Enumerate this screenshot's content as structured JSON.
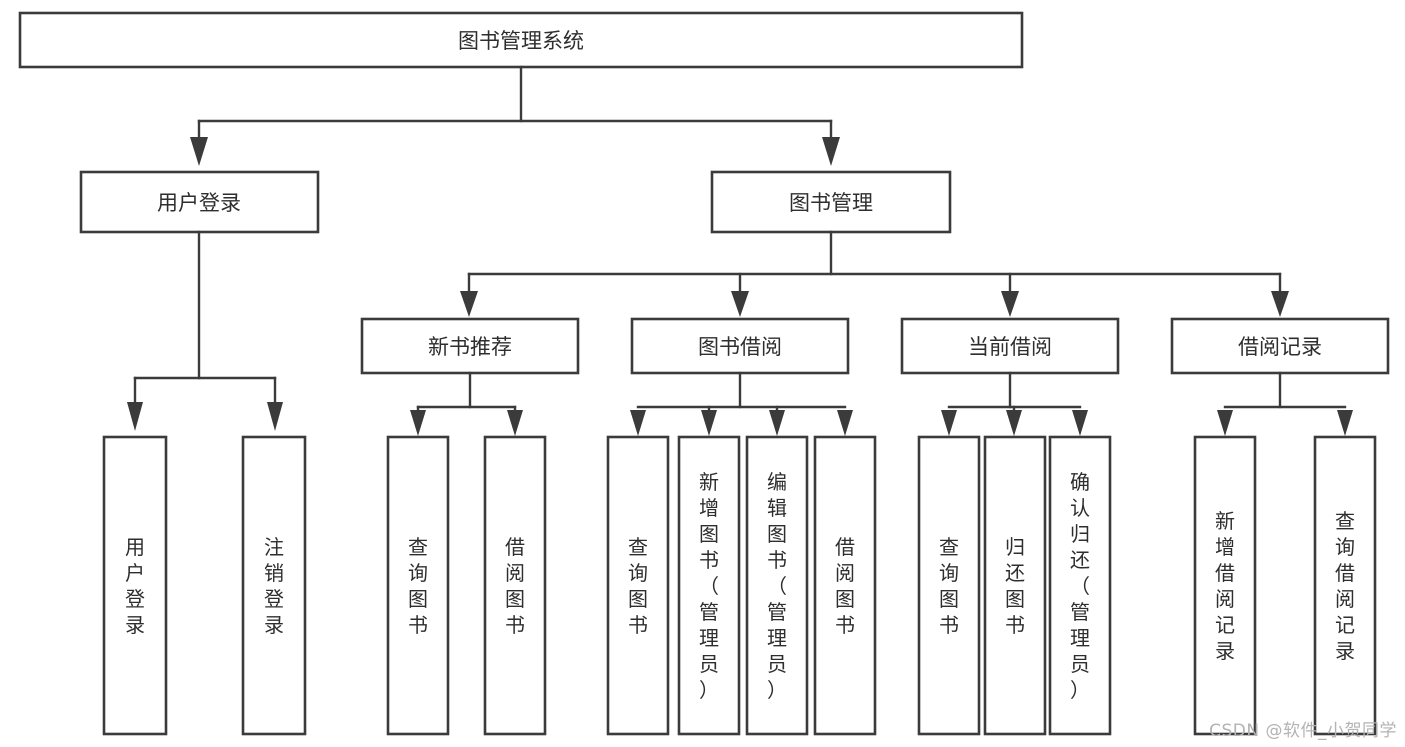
{
  "diagram": {
    "type": "tree",
    "title": "图书管理系统",
    "root": {
      "label": "图书管理系统",
      "orientation": "horizontal"
    },
    "level2": [
      {
        "label": "用户登录"
      },
      {
        "label": "图书管理"
      }
    ],
    "level3": [
      {
        "label": "新书推荐"
      },
      {
        "label": "图书借阅"
      },
      {
        "label": "当前借阅"
      },
      {
        "label": "借阅记录"
      }
    ],
    "leaves": {
      "user_login": [
        {
          "label": "用户登录",
          "chars": [
            "用",
            "户",
            "登",
            "录"
          ]
        },
        {
          "label": "注销登录",
          "chars": [
            "注",
            "销",
            "登",
            "录"
          ]
        }
      ],
      "new_book_recommend": [
        {
          "label": "查询图书",
          "chars": [
            "查",
            "询",
            "图",
            "书"
          ]
        },
        {
          "label": "借阅图书",
          "chars": [
            "借",
            "阅",
            "图",
            "书"
          ]
        }
      ],
      "book_borrow": [
        {
          "label": "查询图书",
          "chars": [
            "查",
            "询",
            "图",
            "书"
          ]
        },
        {
          "label": "新增图书（管理员）",
          "chars": [
            "新",
            "增",
            "图",
            "书",
            "（",
            "管",
            "理",
            "员",
            "）"
          ]
        },
        {
          "label": "编辑图书（管理员）",
          "chars": [
            "编",
            "辑",
            "图",
            "书",
            "（",
            "管",
            "理",
            "员",
            "）"
          ]
        },
        {
          "label": "借阅图书",
          "chars": [
            "借",
            "阅",
            "图",
            "书"
          ]
        }
      ],
      "current_borrow": [
        {
          "label": "查询图书",
          "chars": [
            "查",
            "询",
            "图",
            "书"
          ]
        },
        {
          "label": "归还图书",
          "chars": [
            "归",
            "还",
            "图",
            "书"
          ]
        },
        {
          "label": "确认归还（管理员）",
          "chars": [
            "确",
            "认",
            "归",
            "还",
            "（",
            "管",
            "理",
            "员",
            "）"
          ]
        }
      ],
      "borrow_record": [
        {
          "label": "新增借阅记录",
          "chars": [
            "新",
            "增",
            "借",
            "阅",
            "记",
            "录"
          ]
        },
        {
          "label": "查询借阅记录",
          "chars": [
            "查",
            "询",
            "借",
            "阅",
            "记",
            "录"
          ]
        }
      ]
    }
  },
  "watermark": {
    "text": "CSDN @软件_小贺同学"
  },
  "colors": {
    "stroke": "#3b3b3b",
    "box_fill": "#ffffff",
    "text": "#2e2e2e",
    "background": "#ffffff",
    "watermark": "#b3b3b3"
  }
}
